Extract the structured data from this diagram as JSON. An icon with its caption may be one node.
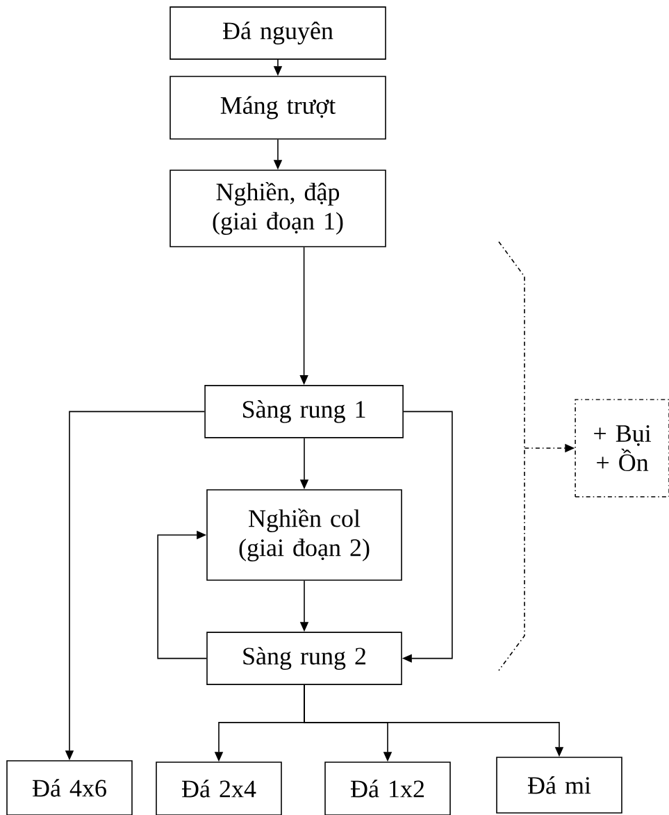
{
  "diagram": {
    "nodes": [
      {
        "text": [
          "Đá nguyên"
        ]
      },
      {
        "text": [
          "Máng trượt"
        ]
      },
      {
        "text": [
          "Nghiền, đập (giai đoạn 1)"
        ]
      },
      {
        "text": [
          "Sàng rung 1"
        ]
      },
      {
        "text": [
          "Nghiền col (giai đoạn 2)"
        ]
      },
      {
        "text": [
          "Sàng rung 2"
        ]
      },
      {
        "text": [
          "Đá 4x6"
        ]
      },
      {
        "text": [
          "Đá 2x4"
        ]
      },
      {
        "text": [
          "Đá 1x2"
        ]
      },
      {
        "text": [
          "Đá mi"
        ]
      },
      {
        "text": [
          "+ Bụi + Ồn"
        ]
      },
      {
        "text": [],
        "shape": "bracket"
      }
    ],
    "edges": [
      {
        "from": 0,
        "to": 1,
        "arrow": "to"
      },
      {
        "from": 1,
        "to": 2,
        "arrow": "to"
      },
      {
        "from": 2,
        "to": 3,
        "arrow": "to"
      },
      {
        "from": 3,
        "to": 4,
        "arrow": "to"
      },
      {
        "from": 4,
        "to": 5,
        "arrow": "to"
      },
      {
        "from": 3,
        "to": 6,
        "arrow": "to"
      },
      {
        "from": 3,
        "to": 5,
        "arrow": "to"
      },
      {
        "from": 5,
        "to": 4,
        "arrow": "to"
      },
      {
        "from": 5,
        "to": 7,
        "arrow": "to"
      },
      {
        "from": 5,
        "to": 8,
        "arrow": "to"
      },
      {
        "from": 5,
        "to": 9,
        "arrow": "to"
      },
      {
        "from": 11,
        "to": 10,
        "arrow": "to",
        "style": "dashed"
      }
    ]
  }
}
